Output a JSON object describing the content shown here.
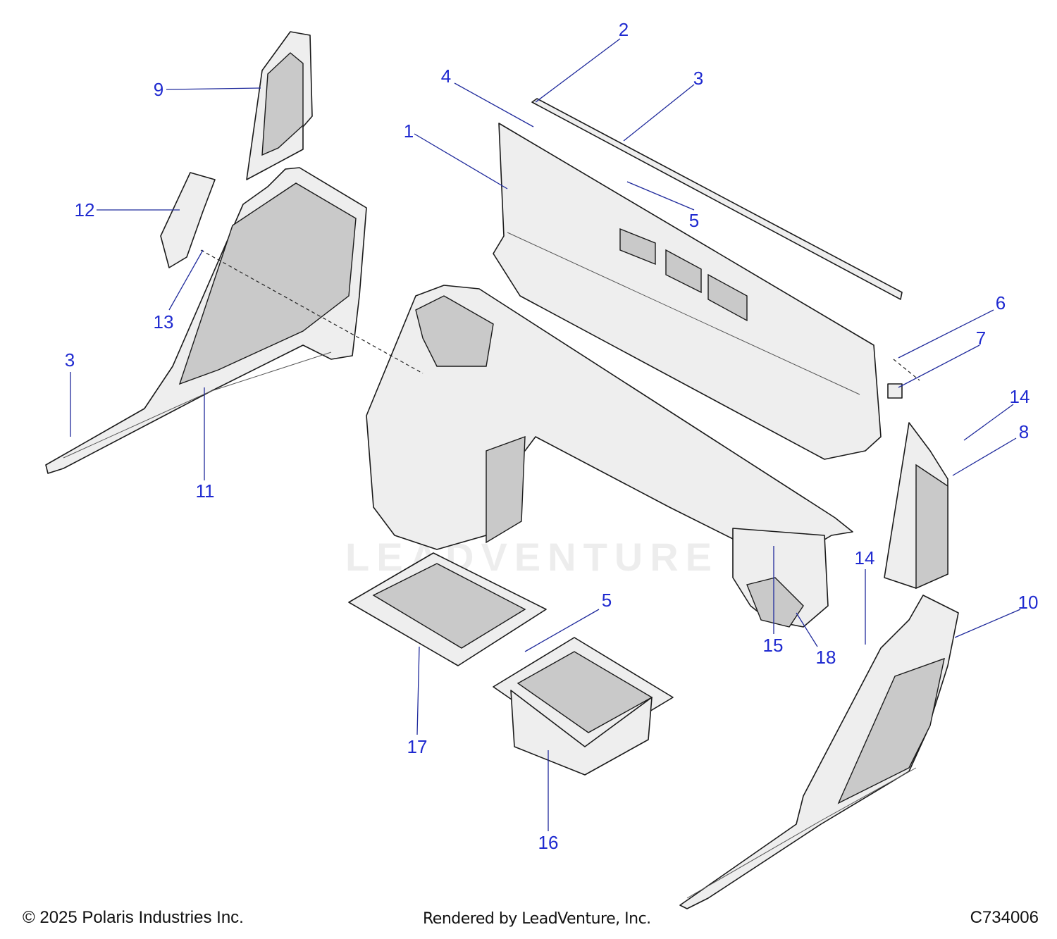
{
  "diagram": {
    "diagram_id": "C734006",
    "copyright": "© 2025 Polaris Industries Inc.",
    "rendered_by": "Rendered by LeadVenture, Inc.",
    "watermark": "LEADVENTURE",
    "leader_color": "#1f2a9c",
    "label_color": "#1f2ad0",
    "callouts": [
      {
        "id": "c1",
        "label": "1"
      },
      {
        "id": "c2",
        "label": "2"
      },
      {
        "id": "c3a",
        "label": "3"
      },
      {
        "id": "c3b",
        "label": "3"
      },
      {
        "id": "c4",
        "label": "4"
      },
      {
        "id": "c5a",
        "label": "5"
      },
      {
        "id": "c5b",
        "label": "5"
      },
      {
        "id": "c6",
        "label": "6"
      },
      {
        "id": "c7",
        "label": "7"
      },
      {
        "id": "c8",
        "label": "8"
      },
      {
        "id": "c9",
        "label": "9"
      },
      {
        "id": "c10",
        "label": "10"
      },
      {
        "id": "c11",
        "label": "11"
      },
      {
        "id": "c12",
        "label": "12"
      },
      {
        "id": "c13",
        "label": "13"
      },
      {
        "id": "c14a",
        "label": "14"
      },
      {
        "id": "c14b",
        "label": "14"
      },
      {
        "id": "c15",
        "label": "15"
      },
      {
        "id": "c16",
        "label": "16"
      },
      {
        "id": "c17",
        "label": "17"
      },
      {
        "id": "c18",
        "label": "18"
      }
    ]
  }
}
